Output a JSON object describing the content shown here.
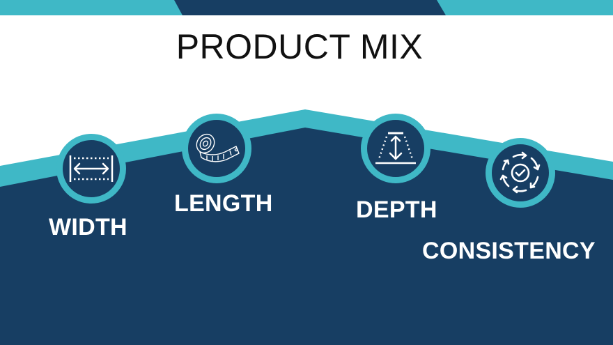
{
  "slide": {
    "title": "PRODUCT MIX",
    "colors": {
      "teal": "#3fb8c6",
      "navy": "#173e63",
      "background": "#ffffff",
      "title_text": "#111111",
      "label_text": "#ffffff"
    },
    "items": [
      {
        "label": "WIDTH",
        "icon": "width-arrows-icon"
      },
      {
        "label": "LENGTH",
        "icon": "measuring-tape-icon"
      },
      {
        "label": "DEPTH",
        "icon": "depth-arrow-icon"
      },
      {
        "label": "CONSISTENCY",
        "icon": "cycle-check-icon"
      }
    ]
  }
}
